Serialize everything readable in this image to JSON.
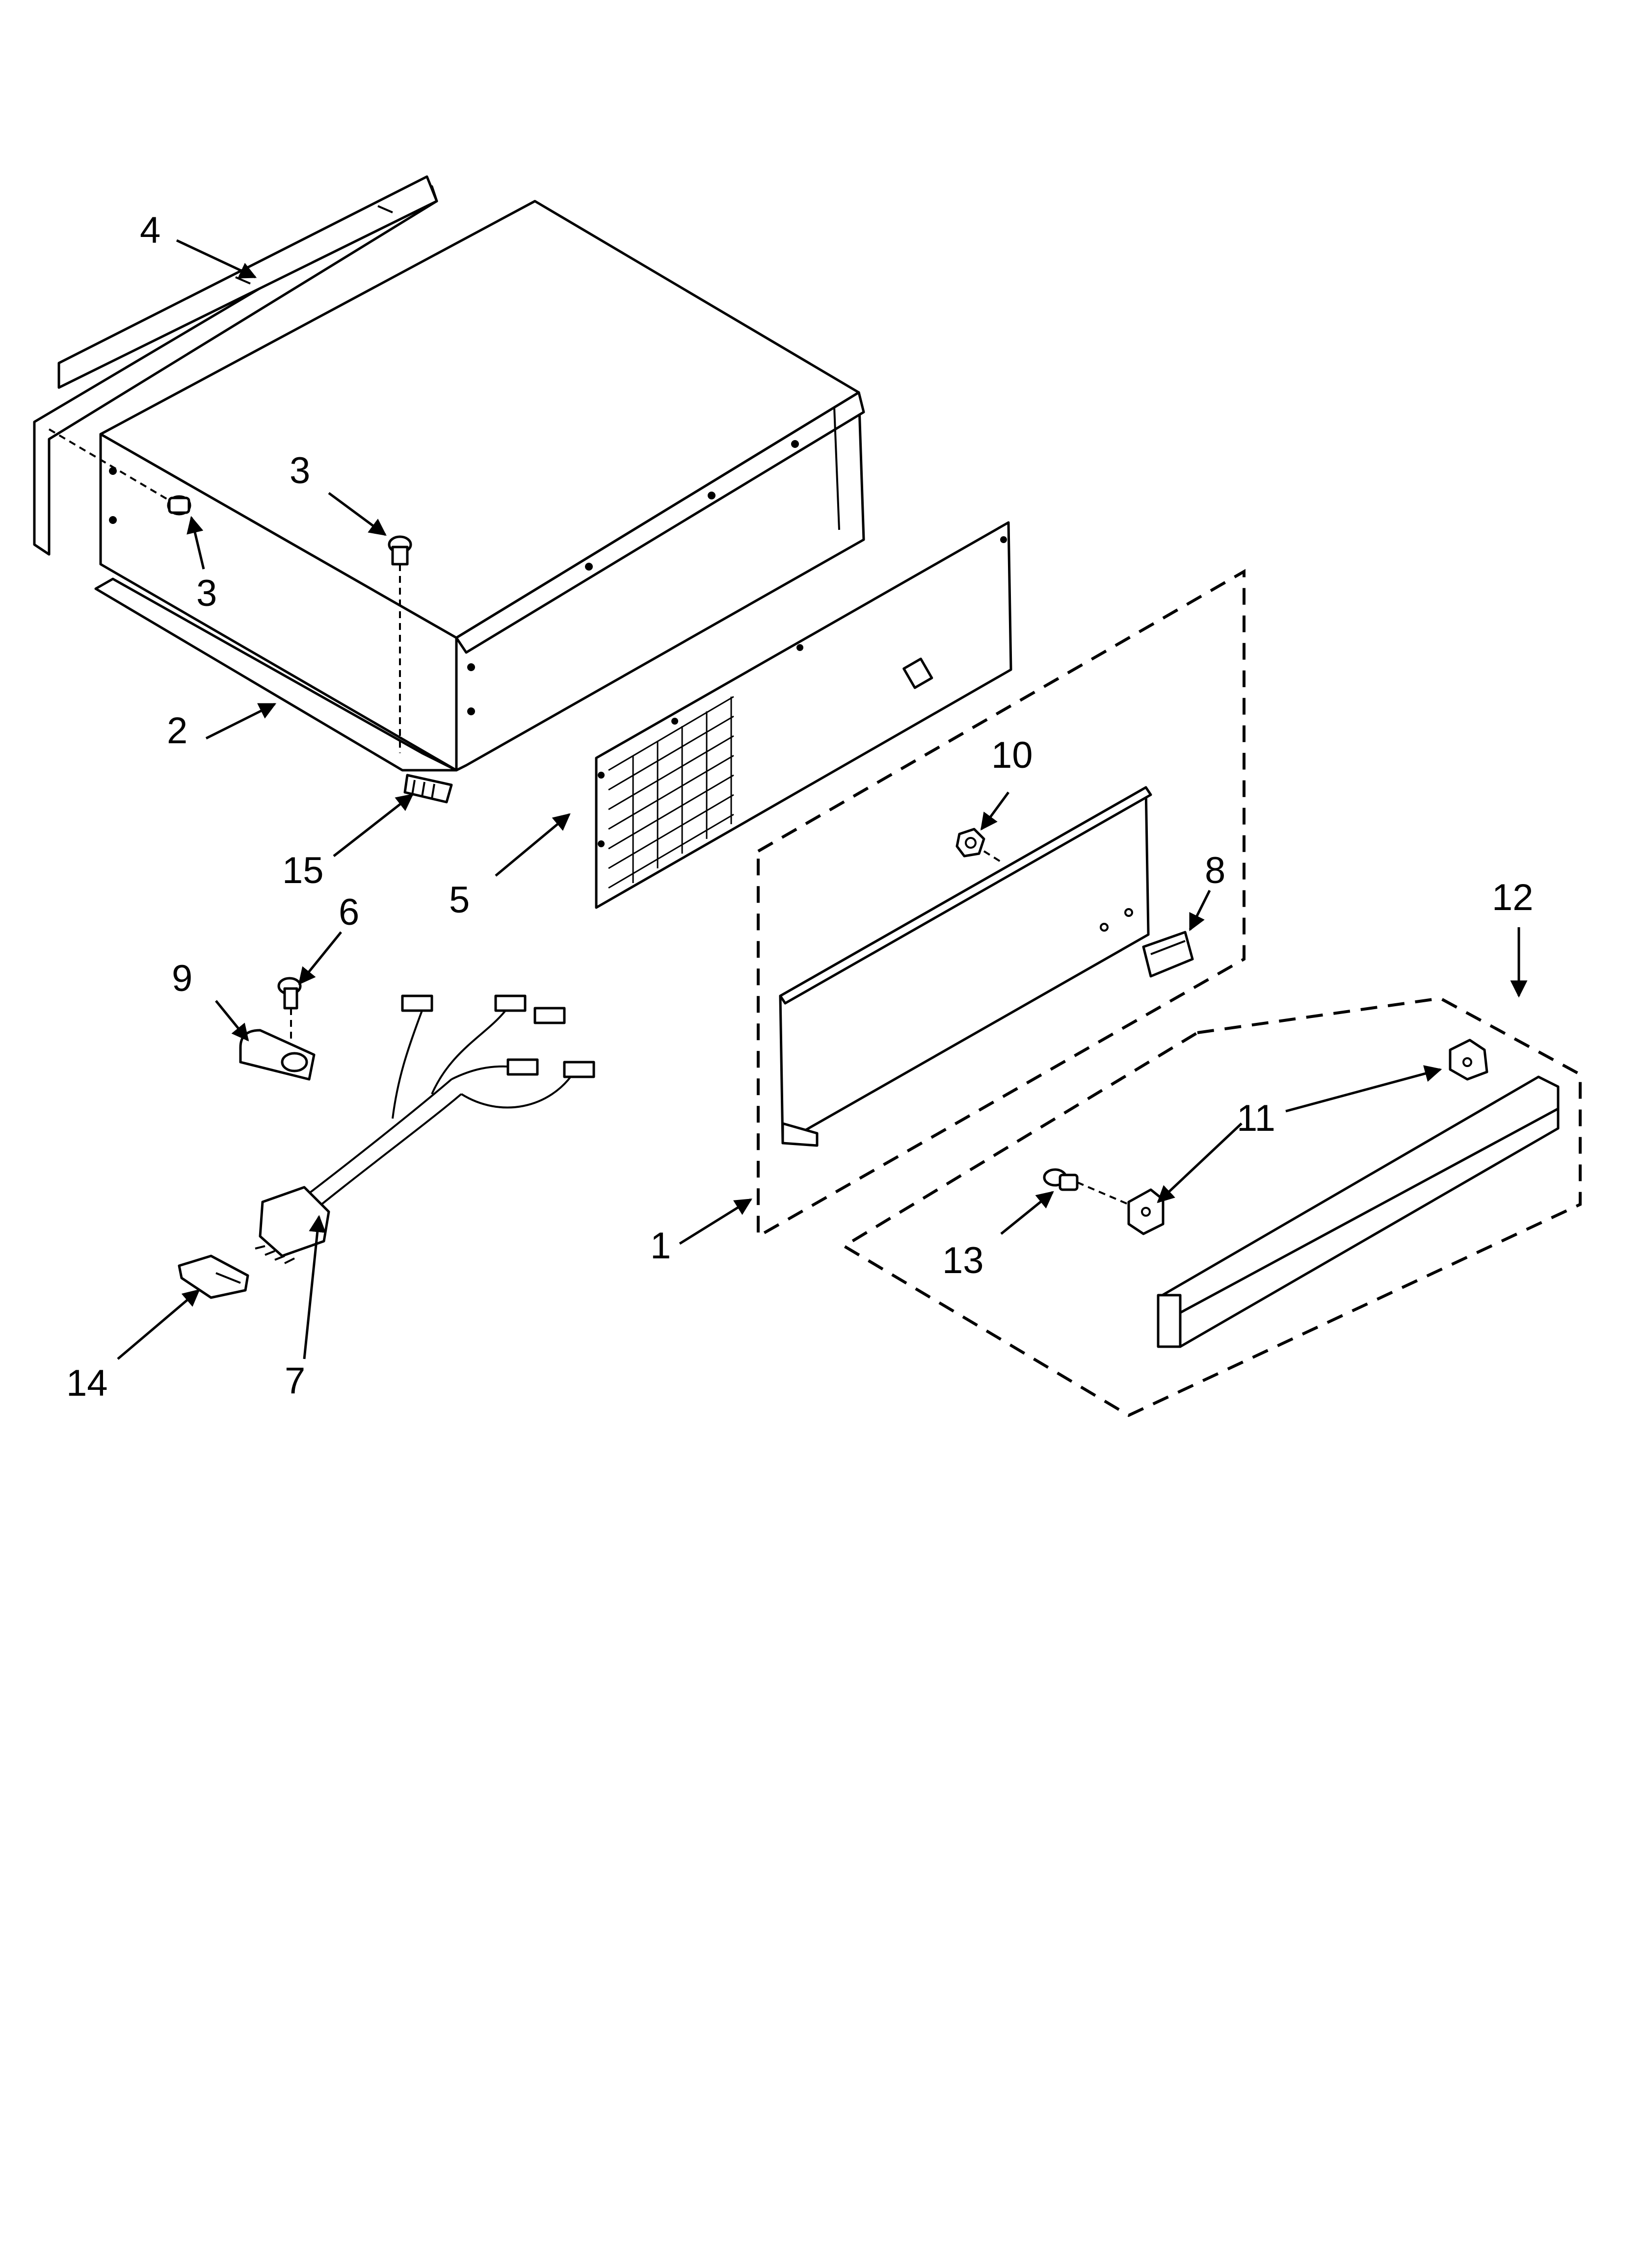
{
  "callouts": {
    "c1": "1",
    "c2": "2",
    "c3a": "3",
    "c3b": "3",
    "c4": "4",
    "c5": "5",
    "c6": "6",
    "c7": "7",
    "c8": "8",
    "c9": "9",
    "c10": "10",
    "c11": "11",
    "c12": "12",
    "c13": "13",
    "c14": "14",
    "c15": "15"
  }
}
